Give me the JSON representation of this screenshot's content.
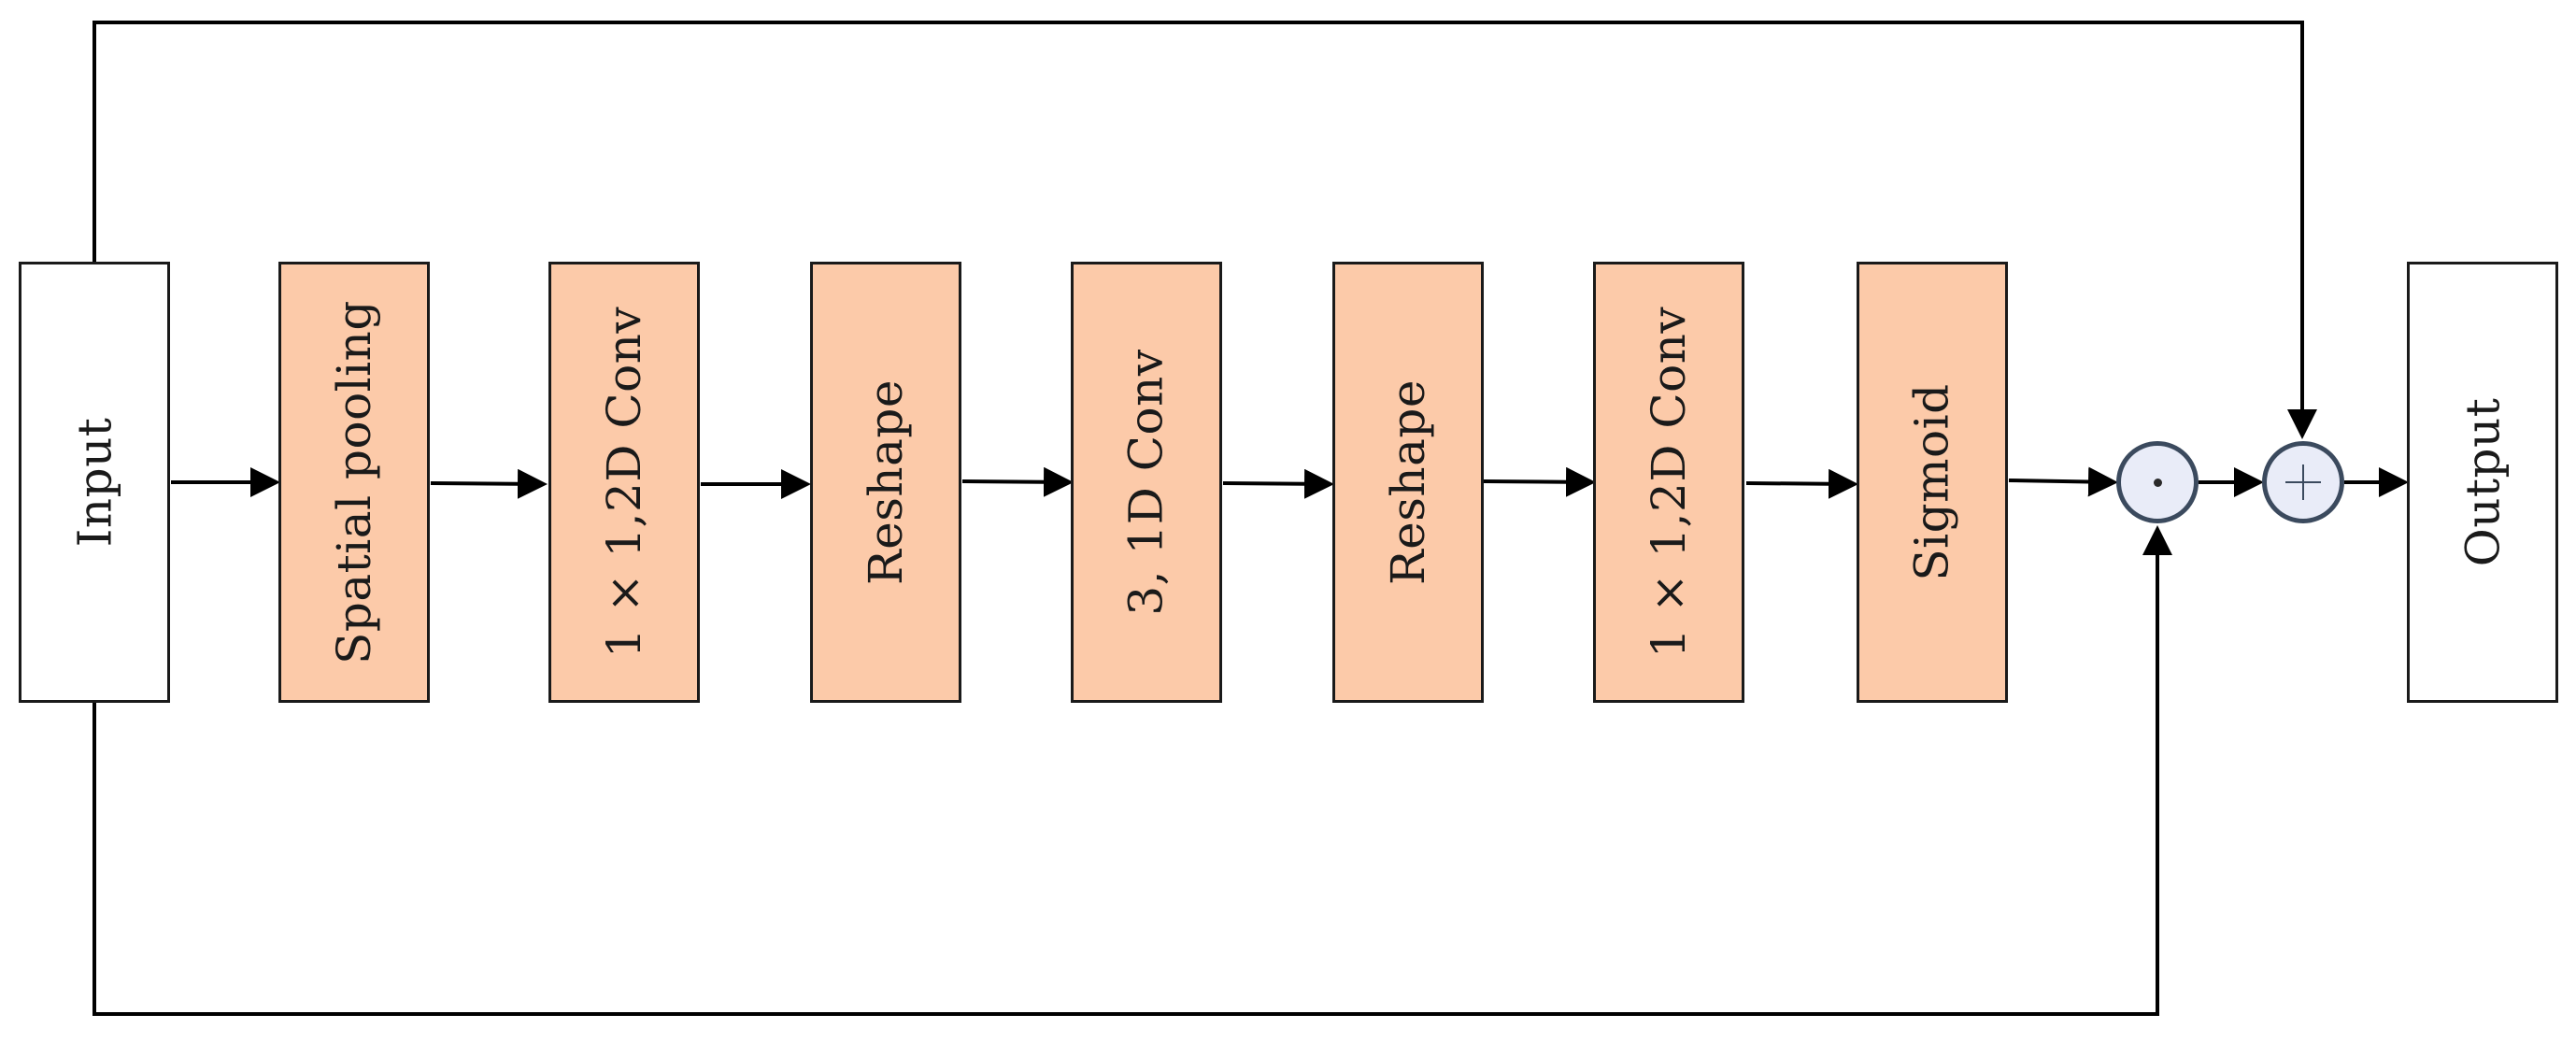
{
  "diagram": {
    "blocks": [
      {
        "id": "input",
        "label": "Input",
        "kind": "io"
      },
      {
        "id": "spatial-pooling",
        "label": "Spatial pooling",
        "kind": "op"
      },
      {
        "id": "conv2d-1",
        "label": "1 × 1,2D Conv",
        "kind": "op"
      },
      {
        "id": "reshape-1",
        "label": "Reshape",
        "kind": "op"
      },
      {
        "id": "conv1d",
        "label": "3, 1D Conv",
        "kind": "op"
      },
      {
        "id": "reshape-2",
        "label": "Reshape",
        "kind": "op"
      },
      {
        "id": "conv2d-2",
        "label": "1 × 1,2D Conv",
        "kind": "op"
      },
      {
        "id": "sigmoid",
        "label": "Sigmoid",
        "kind": "op"
      },
      {
        "id": "output",
        "label": "Output",
        "kind": "io"
      }
    ],
    "operators": [
      {
        "id": "multiply",
        "symbol": "dot",
        "meaning": "element-wise multiplication"
      },
      {
        "id": "add",
        "symbol": "plus",
        "meaning": "addition"
      }
    ],
    "connections": [
      {
        "from": "input",
        "to": "spatial-pooling"
      },
      {
        "from": "spatial-pooling",
        "to": "conv2d-1"
      },
      {
        "from": "conv2d-1",
        "to": "reshape-1"
      },
      {
        "from": "reshape-1",
        "to": "conv1d"
      },
      {
        "from": "conv1d",
        "to": "reshape-2"
      },
      {
        "from": "reshape-2",
        "to": "conv2d-2"
      },
      {
        "from": "conv2d-2",
        "to": "sigmoid"
      },
      {
        "from": "sigmoid",
        "to": "multiply"
      },
      {
        "from": "multiply",
        "to": "add"
      },
      {
        "from": "add",
        "to": "output"
      },
      {
        "from": "input",
        "to": "multiply",
        "route": "bottom-skip"
      },
      {
        "from": "input",
        "to": "add",
        "route": "top-skip"
      }
    ],
    "colors": {
      "op_fill": "#fccaa9",
      "io_fill": "#ffffff",
      "border": "#1a1a1a",
      "operator_fill": "#e9ecf8",
      "operator_border": "#3b4a5e",
      "line": "#000000"
    }
  }
}
